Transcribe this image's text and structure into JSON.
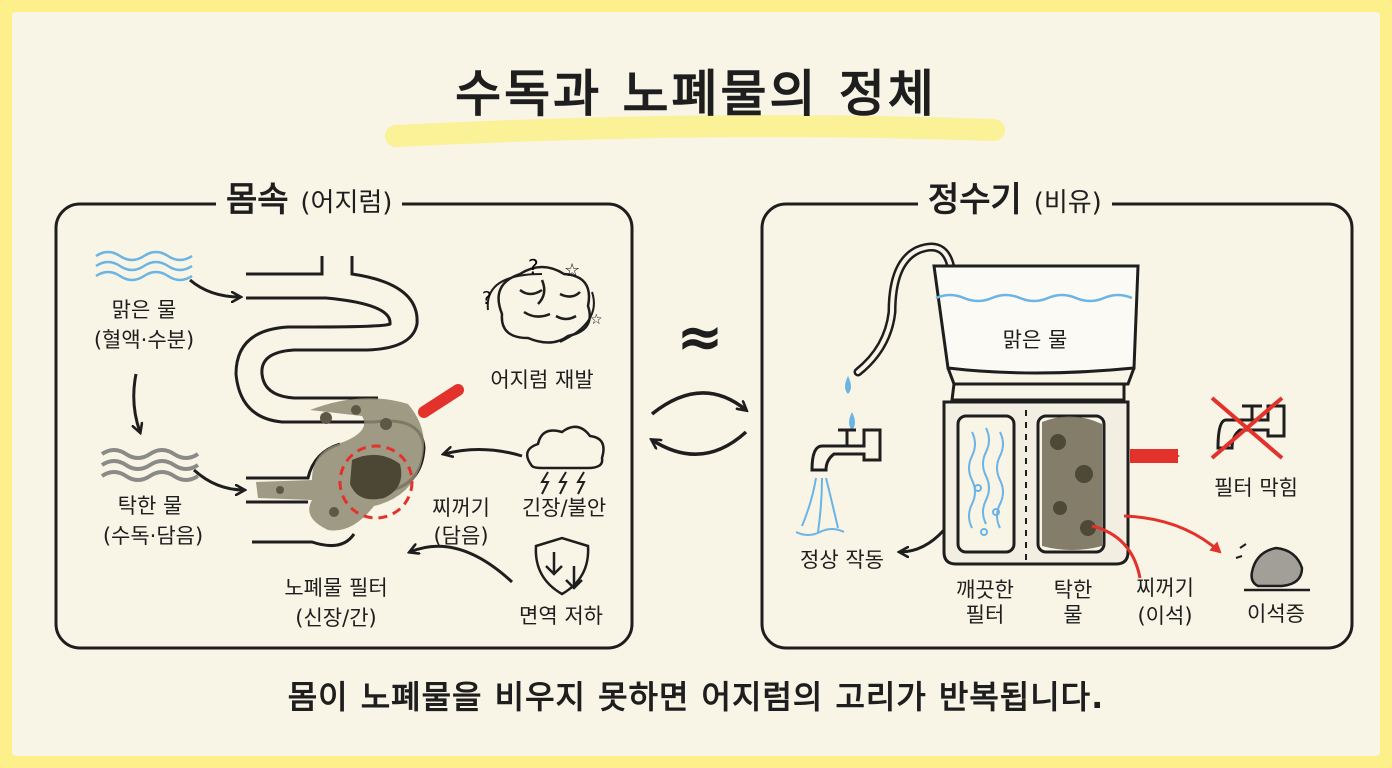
{
  "title": "수독과 노폐물의 정체",
  "left_panel": {
    "heading": "몸속",
    "heading_sub": "(어지럼)",
    "clear_water": "맑은 물",
    "clear_water_sub": "(혈액·수분)",
    "murky_water": "탁한 물",
    "murky_water_sub": "(수독·담음)",
    "waste_filter": "노폐물 필터",
    "waste_filter_sub": "(신장/간)",
    "residue": "찌꺼기",
    "residue_sub": "(담음)",
    "dizziness_relapse": "어지럼 재발",
    "tension_anxiety": "긴장/불안",
    "immunity_decline": "면역 저하"
  },
  "comparison_symbol": "≈",
  "right_panel": {
    "heading": "정수기",
    "heading_sub": "(비유)",
    "clear_water": "맑은 물",
    "normal_operation": "정상 작동",
    "clean_filter": "깨끗한\n필터",
    "murky_water": "탁한\n물",
    "residue": "찌꺼기",
    "residue_sub": "(이석)",
    "filter_clog": "필터 막힘",
    "otolith": "이석증"
  },
  "footer": "몸이 노폐물을 비우지 못하면 어지럼의 고리가 반복됩니다.",
  "colors": {
    "background": "#f8f4e6",
    "border": "#fdf08a",
    "accent_red": "#e2322b",
    "water_blue": "#6ab4e6",
    "highlight": "#fbf197"
  }
}
